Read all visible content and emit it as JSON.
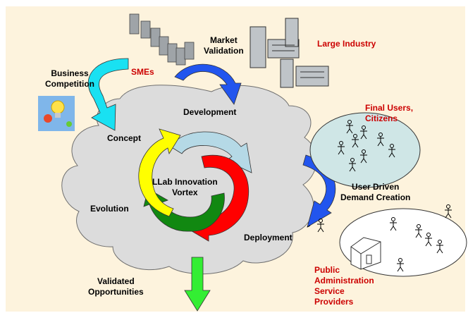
{
  "colors": {
    "background": "#fdf3dd",
    "cloud": "#dcdcdc",
    "ellipse_users": "#cfe6e6",
    "arrow_cyan": "#19e1f2",
    "arrow_blue": "#2255ee",
    "arrow_lightblue": "#b5d9e6",
    "arrow_yellow": "#ffff00",
    "arrow_red": "#ff0000",
    "arrow_green": "#118811",
    "arrow_exit": "#33ee33",
    "label_red": "#cc0000"
  },
  "labels": {
    "market_validation_1": "Market",
    "market_validation_2": "Validation",
    "large_industry": "Large Industry",
    "business_1": "Business",
    "business_2": "Competition",
    "smes": "SMEs",
    "development": "Development",
    "final_users_1": "Final Users,",
    "final_users_2": "Citizens",
    "concept": "Concept",
    "vortex_1": "LLab Innovation",
    "vortex_2": "Vortex",
    "user_driven_1": "User Driven",
    "user_driven_2": "Demand Creation",
    "evolution": "Evolution",
    "deployment": "Deployment",
    "public_1": "Public",
    "public_2": "Administration",
    "public_3": "Service",
    "public_4": "Providers",
    "validated_1": "Validated",
    "validated_2": "Opportunities"
  },
  "icons": {
    "idea": "lightbulb-balloon-icon",
    "sme": "small-building-icon",
    "industry": "factory-icon",
    "person": "stick-figure-icon",
    "house": "house-icon"
  }
}
